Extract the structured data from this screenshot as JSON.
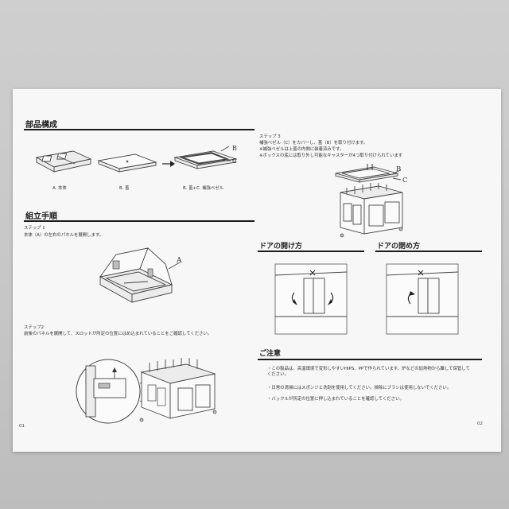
{
  "parts": {
    "heading": "部品構成",
    "caption_a": "A. 本体",
    "caption_b": "B. 蓋",
    "caption_bc": "B. 蓋+C. 補強ベゼル",
    "label_b": "B",
    "label_c": "C"
  },
  "assembly": {
    "heading": "組立手順",
    "step1_title": "ステップ 1",
    "step1_text": "本体（A）の左右のパネルを展開します。",
    "step1_label_a": "A",
    "step2_title": "ステップ2",
    "step2_text": "前後のパネルを展開して、スロットが所定の位置にはめ込まれていることをご確認してください。"
  },
  "step3": {
    "title": "ステップ 3",
    "line1": "補強ベゼル（C）をカバーし、蓋（B）を取り付けます。",
    "line2": "※補強ベゼルは上蓋の内側に装着済みです。",
    "line3": "※ボックスの底には取り外し可能なキャスターが4つ取り付けられています",
    "label_b": "B",
    "label_c": "C"
  },
  "door_open": {
    "heading": "ドアの開け方"
  },
  "door_close": {
    "heading": "ドアの閉め方"
  },
  "notes": {
    "heading": "ご注意",
    "items": [
      "・この製品は、高温環境で変形しやすいHIPS、PPで作られています。炉などの加熱物から離して保管してください。",
      "・日常の清掃にはスポンジと洗剤を使用してください。掃除にブラシは使用しないでください。",
      "・バックルが所定の位置に押し込まれていることを確認してください。"
    ]
  },
  "page_numbers": {
    "left": "01",
    "right": "02"
  }
}
